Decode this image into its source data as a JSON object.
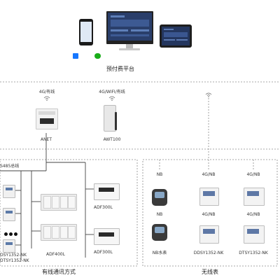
{
  "platform": {
    "title": "预付费平台"
  },
  "gateways": {
    "anet": {
      "signal": "4G/有线",
      "label": "ANET"
    },
    "awt": {
      "signal": "4G/WIFI/有线",
      "label": "AWT100"
    }
  },
  "wired": {
    "bus_label": "S485总线",
    "left_labels": [
      "DSY1352-NK",
      "DTSY1352-NK"
    ],
    "adf400": "ADF400L",
    "adf300_top": "ADF300L",
    "adf300_bottom": "ADF300L",
    "section_title": "有线通讯方式"
  },
  "wireless": {
    "section_title": "无线表",
    "nb_tags": [
      "NB",
      "NB"
    ],
    "mid_tags": [
      "4G/NB",
      "4G/NB"
    ],
    "right_tags": [
      "4G/NB",
      "4G/NB"
    ],
    "water_label": "NB水表",
    "mid_label": "DDSY1352-NK",
    "right_label": "DTSY1352-NK"
  },
  "colors": {
    "alipay": "#1677ff",
    "wechat": "#1aad19",
    "line": "#555555",
    "dashed": "#8a8a8a"
  },
  "icons": [
    "phone-icon",
    "monitor-icon",
    "tablet-icon",
    "alipay-icon",
    "wechat-icon",
    "wifi-icon"
  ]
}
